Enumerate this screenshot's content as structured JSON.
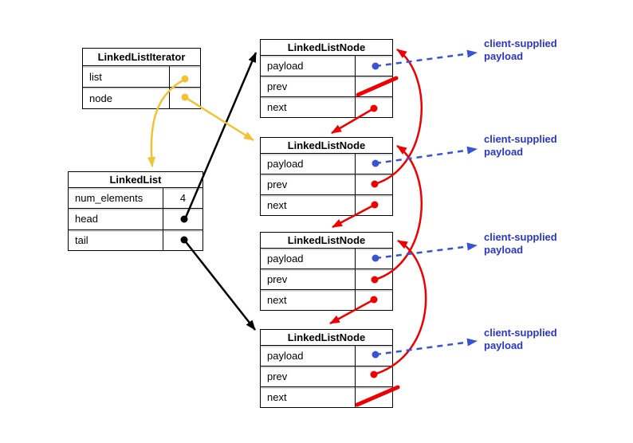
{
  "colors": {
    "black": "#000000",
    "red": "#ee0000",
    "yellow": "#f1c232",
    "blue_text": "#2a36c4",
    "blue_arrow": "#3a53d2"
  },
  "iterator": {
    "title": "LinkedListIterator",
    "fields": [
      {
        "label": "list",
        "value": ""
      },
      {
        "label": "node",
        "value": ""
      }
    ]
  },
  "linked_list": {
    "title": "LinkedList",
    "fields": [
      {
        "label": "num_elements",
        "value": "4"
      },
      {
        "label": "head",
        "value": ""
      },
      {
        "label": "tail",
        "value": ""
      }
    ]
  },
  "nodes": [
    {
      "title": "LinkedListNode",
      "fields": [
        {
          "label": "payload"
        },
        {
          "label": "prev",
          "value": "null (slash)"
        },
        {
          "label": "next"
        }
      ]
    },
    {
      "title": "LinkedListNode",
      "fields": [
        {
          "label": "payload"
        },
        {
          "label": "prev"
        },
        {
          "label": "next"
        }
      ]
    },
    {
      "title": "LinkedListNode",
      "fields": [
        {
          "label": "payload"
        },
        {
          "label": "prev"
        },
        {
          "label": "next"
        }
      ]
    },
    {
      "title": "LinkedListNode",
      "fields": [
        {
          "label": "payload"
        },
        {
          "label": "prev"
        },
        {
          "label": "next",
          "value": "null (slash)"
        }
      ]
    }
  ],
  "annotation": {
    "line1": "client-supplied",
    "line2": "payload"
  },
  "edges": [
    {
      "from": "iterator.list",
      "to": "LinkedList",
      "color": "yellow"
    },
    {
      "from": "iterator.node",
      "to": "node2",
      "color": "yellow"
    },
    {
      "from": "linked_list.head",
      "to": "node1",
      "color": "black"
    },
    {
      "from": "linked_list.tail",
      "to": "node4",
      "color": "black"
    },
    {
      "from": "node1.next",
      "to": "node2",
      "color": "red"
    },
    {
      "from": "node2.next",
      "to": "node3",
      "color": "red"
    },
    {
      "from": "node3.next",
      "to": "node4",
      "color": "red"
    },
    {
      "from": "node2.prev",
      "to": "node1",
      "color": "red"
    },
    {
      "from": "node3.prev",
      "to": "node2",
      "color": "red"
    },
    {
      "from": "node4.prev",
      "to": "node3",
      "color": "red"
    },
    {
      "from": "node1.prev",
      "to": "null",
      "color": "red"
    },
    {
      "from": "node4.next",
      "to": "null",
      "color": "red"
    },
    {
      "from": "node1.payload",
      "to": "client-supplied payload",
      "color": "blue"
    },
    {
      "from": "node2.payload",
      "to": "client-supplied payload",
      "color": "blue"
    },
    {
      "from": "node3.payload",
      "to": "client-supplied payload",
      "color": "blue"
    },
    {
      "from": "node4.payload",
      "to": "client-supplied payload",
      "color": "blue"
    }
  ]
}
